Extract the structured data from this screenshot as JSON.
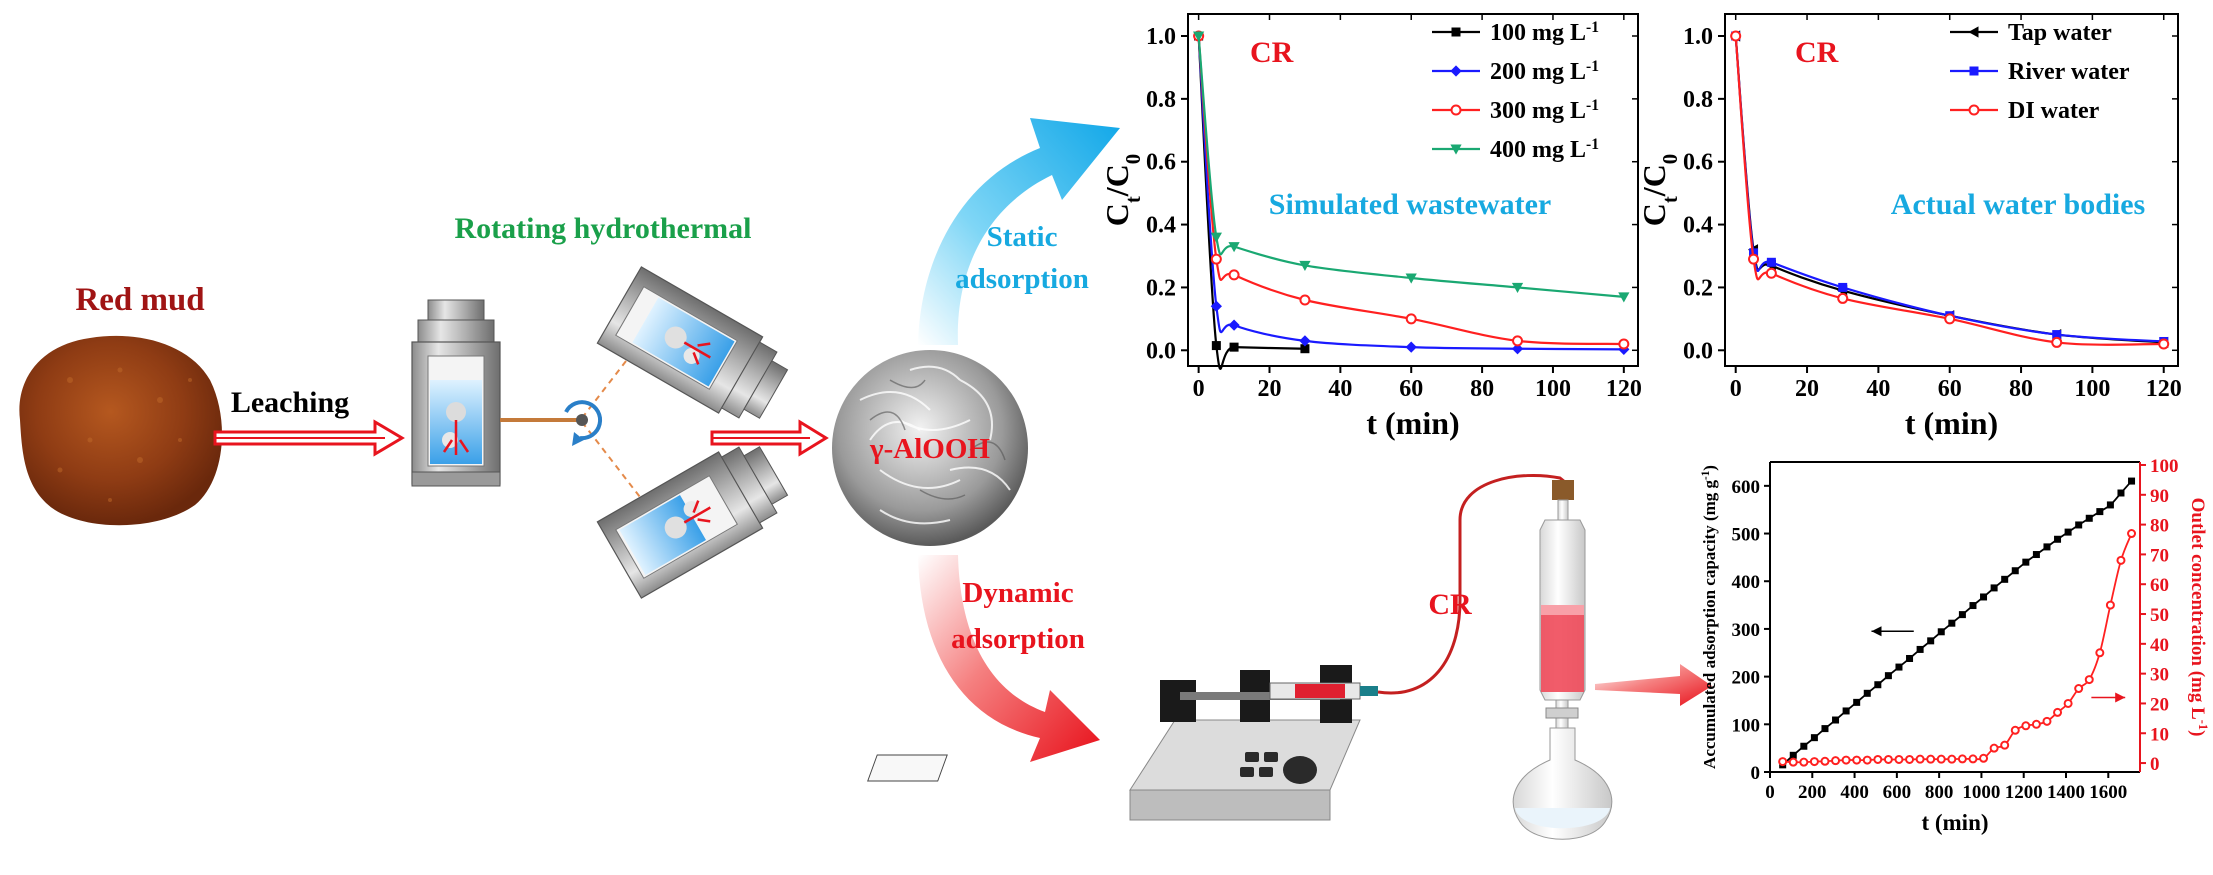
{
  "process": {
    "red_mud": "Red mud",
    "leaching": "Leaching",
    "rotating_hydrothermal": "Rotating hydrothermal",
    "product": "γ-AlOOH",
    "static_1": "Static",
    "static_2": "adsorption",
    "dynamic_1": "Dynamic",
    "dynamic_2": "adsorption",
    "cr_label": "CR"
  },
  "colors": {
    "red_mud": "#a01414",
    "green": "#1aa04a",
    "cyan": "#17a9e0",
    "red": "#e8141e"
  },
  "chart_data": [
    {
      "type": "line",
      "panel_label": "CR",
      "annotation": "Simulated wastewater",
      "xlabel": "t (min)",
      "ylabel": "Ct/C0",
      "xlim": [
        -3,
        124
      ],
      "ylim": [
        -0.05,
        1.07
      ],
      "xticks": [
        0,
        20,
        40,
        60,
        80,
        100,
        120
      ],
      "yticks": [
        0.0,
        0.2,
        0.4,
        0.6,
        0.8,
        1.0
      ],
      "legend_position": "top-right",
      "series": [
        {
          "name": "100 mg L-1",
          "color": "#000000",
          "marker": "square",
          "x": [
            0,
            5,
            10,
            30
          ],
          "y": [
            1.0,
            0.015,
            0.01,
            0.005
          ]
        },
        {
          "name": "200 mg L-1",
          "color": "#1a1aff",
          "marker": "diamond",
          "x": [
            0,
            5,
            10,
            30,
            60,
            90,
            120
          ],
          "y": [
            1.0,
            0.14,
            0.08,
            0.03,
            0.01,
            0.005,
            0.003
          ]
        },
        {
          "name": "300 mg L-1",
          "color": "#ff2020",
          "marker": "circle",
          "x": [
            0,
            5,
            10,
            30,
            60,
            90,
            120
          ],
          "y": [
            1.0,
            0.29,
            0.24,
            0.16,
            0.1,
            0.03,
            0.02
          ]
        },
        {
          "name": "400 mg L-1",
          "color": "#1aa872",
          "marker": "triangle-down",
          "x": [
            0,
            5,
            10,
            30,
            60,
            90,
            120
          ],
          "y": [
            1.0,
            0.36,
            0.33,
            0.27,
            0.23,
            0.2,
            0.17
          ]
        }
      ]
    },
    {
      "type": "line",
      "panel_label": "CR",
      "annotation": "Actual water bodies",
      "xlabel": "t (min)",
      "ylabel": "Ct/C0",
      "xlim": [
        -3,
        124
      ],
      "ylim": [
        -0.05,
        1.07
      ],
      "xticks": [
        0,
        20,
        40,
        60,
        80,
        100,
        120
      ],
      "yticks": [
        0.0,
        0.2,
        0.4,
        0.6,
        0.8,
        1.0
      ],
      "legend_position": "top-right",
      "series": [
        {
          "name": "Tap water",
          "color": "#000000",
          "marker": "triangle-left",
          "x": [
            0,
            5,
            10,
            30,
            60,
            90,
            120
          ],
          "y": [
            1.0,
            0.32,
            0.27,
            0.19,
            0.11,
            0.05,
            0.025
          ]
        },
        {
          "name": "River water",
          "color": "#1a1aff",
          "marker": "square",
          "x": [
            0,
            5,
            10,
            30,
            60,
            90,
            120
          ],
          "y": [
            1.0,
            0.31,
            0.28,
            0.2,
            0.11,
            0.05,
            0.028
          ]
        },
        {
          "name": "DI water",
          "color": "#ff2020",
          "marker": "circle",
          "x": [
            0,
            5,
            10,
            30,
            60,
            90,
            120
          ],
          "y": [
            1.0,
            0.29,
            0.245,
            0.165,
            0.1,
            0.025,
            0.02
          ]
        }
      ]
    },
    {
      "type": "line",
      "xlabel": "t (min)",
      "ylabel": "Accumulated adsorption capacity (mg g-1)",
      "y2label": "Outlet concentration (mg L-1)",
      "xlim": [
        0,
        1750
      ],
      "ylim": [
        0,
        650
      ],
      "y2lim": [
        -3,
        101
      ],
      "xticks": [
        0,
        200,
        400,
        600,
        800,
        1000,
        1200,
        1400,
        1600
      ],
      "yticks": [
        0,
        100,
        200,
        300,
        400,
        500,
        600
      ],
      "y2ticks": [
        0,
        10,
        20,
        30,
        40,
        50,
        60,
        70,
        80,
        90,
        100
      ],
      "series": [
        {
          "name": "Accumulated adsorption capacity",
          "axis": "left",
          "color": "#000000",
          "marker": "square",
          "x": [
            60,
            110,
            160,
            210,
            260,
            310,
            360,
            410,
            460,
            510,
            560,
            610,
            660,
            710,
            760,
            810,
            860,
            910,
            960,
            1010,
            1060,
            1110,
            1160,
            1210,
            1260,
            1310,
            1360,
            1410,
            1460,
            1510,
            1560,
            1610,
            1660,
            1710
          ],
          "y": [
            15,
            35,
            54,
            72,
            91,
            109,
            128,
            146,
            165,
            183,
            202,
            220,
            238,
            257,
            275,
            294,
            312,
            330,
            349,
            367,
            386,
            404,
            422,
            440,
            456,
            472,
            488,
            503,
            518,
            532,
            546,
            560,
            585,
            610
          ]
        },
        {
          "name": "Outlet concentration",
          "axis": "right",
          "color": "#ff2020",
          "marker": "circle",
          "x": [
            60,
            110,
            160,
            210,
            260,
            310,
            360,
            410,
            460,
            510,
            560,
            610,
            660,
            710,
            760,
            810,
            860,
            910,
            960,
            1010,
            1060,
            1110,
            1160,
            1210,
            1260,
            1310,
            1360,
            1410,
            1460,
            1510,
            1560,
            1610,
            1660,
            1710
          ],
          "y": [
            0.5,
            0.3,
            0.3,
            0.5,
            0.6,
            0.8,
            1.0,
            1.0,
            1.0,
            1.2,
            1.2,
            1.2,
            1.2,
            1.3,
            1.3,
            1.3,
            1.3,
            1.4,
            1.4,
            1.6,
            5,
            6,
            11,
            12.5,
            13,
            14,
            17,
            20,
            25,
            28,
            37,
            53,
            68,
            77
          ]
        }
      ]
    }
  ]
}
